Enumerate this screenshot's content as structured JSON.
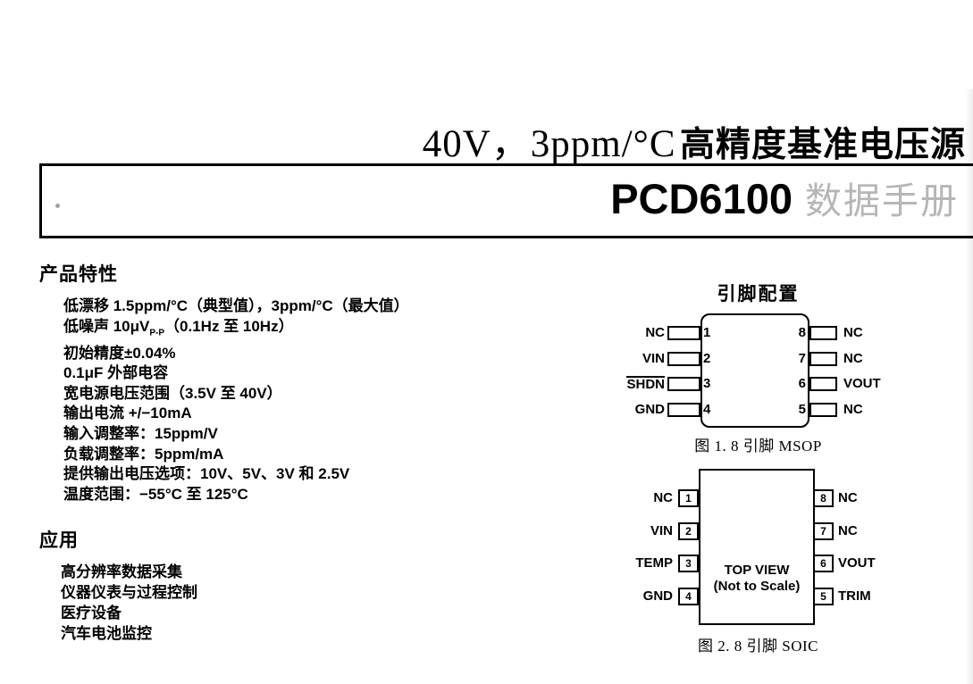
{
  "header": {
    "title_spec": "40V，3ppm/°C",
    "title_cn": "高精度基准电压源",
    "part_number": "PCD6100",
    "doc_type": "数据手册"
  },
  "features": {
    "heading": "产品特性",
    "items": [
      {
        "pre": "低漂移 1.5ppm/°C（典型值），3ppm/°C（最大值）",
        "sub": "",
        "post": ""
      },
      {
        "pre": "低噪声 10μV",
        "sub": "P-P",
        "post": "（0.1Hz 至 10Hz）"
      },
      {
        "pre": "初始精度±0.04%",
        "sub": "",
        "post": ""
      },
      {
        "pre": "0.1μF 外部电容",
        "sub": "",
        "post": ""
      },
      {
        "pre": "宽电源电压范围（3.5V 至 40V）",
        "sub": "",
        "post": ""
      },
      {
        "pre": "输出电流 +/−10mA",
        "sub": "",
        "post": ""
      },
      {
        "pre": "输入调整率：15ppm/V",
        "sub": "",
        "post": ""
      },
      {
        "pre": "负载调整率：5ppm/mA",
        "sub": "",
        "post": ""
      },
      {
        "pre": "提供输出电压选项：10V、5V、3V 和 2.5V",
        "sub": "",
        "post": ""
      },
      {
        "pre": "温度范围：−55°C 至 125°C",
        "sub": "",
        "post": ""
      }
    ]
  },
  "applications": {
    "heading": "应用",
    "items": [
      "高分辨率数据采集",
      "仪器仪表与过程控制",
      "医疗设备",
      "汽车电池监控"
    ]
  },
  "pin_config": {
    "heading": "引脚配置",
    "msop": {
      "caption": "图 1.  8 引脚 MSOP",
      "left_pins": [
        {
          "num": "1",
          "label": "NC",
          "overline": false
        },
        {
          "num": "2",
          "label": "VIN",
          "overline": false
        },
        {
          "num": "3",
          "label": "SHDN",
          "overline": true
        },
        {
          "num": "4",
          "label": "GND",
          "overline": false
        }
      ],
      "right_pins": [
        {
          "num": "8",
          "label": "NC"
        },
        {
          "num": "7",
          "label": "NC"
        },
        {
          "num": "6",
          "label": "VOUT"
        },
        {
          "num": "5",
          "label": "NC"
        }
      ]
    },
    "soic": {
      "caption": "图 2.  8 引脚 SOIC",
      "top_view_line1": "TOP VIEW",
      "top_view_line2": "(Not to Scale)",
      "left_pins": [
        {
          "num": "1",
          "label": "NC"
        },
        {
          "num": "2",
          "label": "VIN"
        },
        {
          "num": "3",
          "label": "TEMP"
        },
        {
          "num": "4",
          "label": "GND"
        }
      ],
      "right_pins": [
        {
          "num": "8",
          "label": "NC"
        },
        {
          "num": "7",
          "label": "NC"
        },
        {
          "num": "6",
          "label": "VOUT"
        },
        {
          "num": "5",
          "label": "TRIM"
        }
      ]
    }
  },
  "colors": {
    "doc_type_gray": "#b6b6b6",
    "ink": "#000000",
    "dot_gray": "#9aa2ac"
  }
}
